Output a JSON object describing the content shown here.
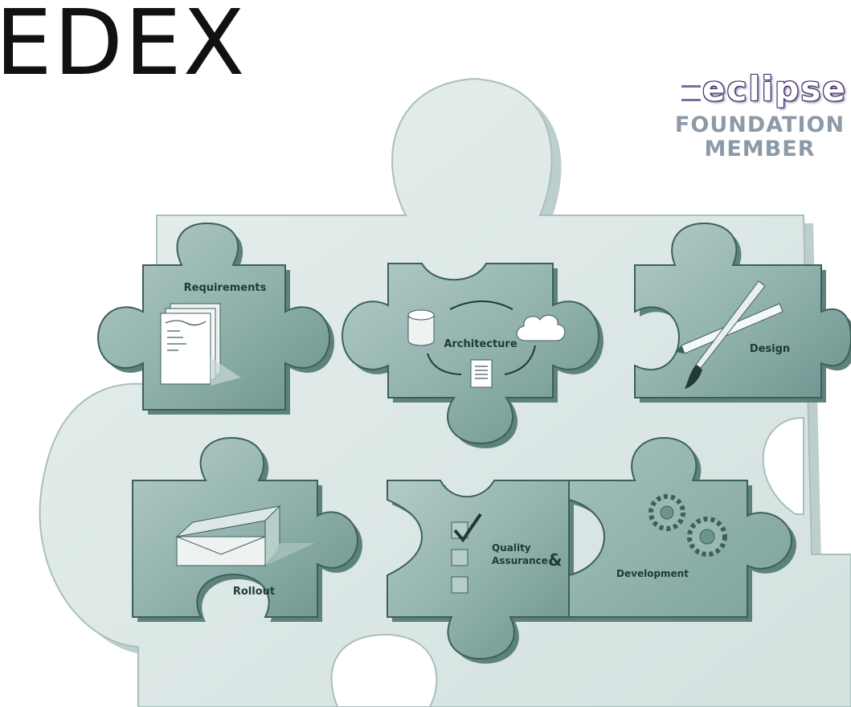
{
  "header": {
    "title": "EDEX"
  },
  "logo": {
    "line1": "eclipse",
    "line2": "FOUNDATION",
    "line3": "MEMBER"
  },
  "pieces": {
    "requirements": "Requirements",
    "architecture": "Architecture",
    "design": "Design",
    "rollout": "Rollout",
    "quality": "Quality",
    "assurance": "Assurance",
    "ampersand": "&",
    "development": "Development"
  },
  "colors": {
    "bg_piece": "#d9e5e3",
    "bg_piece_edge": "#a9bfbc",
    "piece_fill": "#8fb0ab",
    "piece_dark": "#4f7670",
    "piece_edge": "#3d5f5a",
    "logo_purple": "#3c2a62",
    "logo_gray": "#8c9aa8"
  }
}
